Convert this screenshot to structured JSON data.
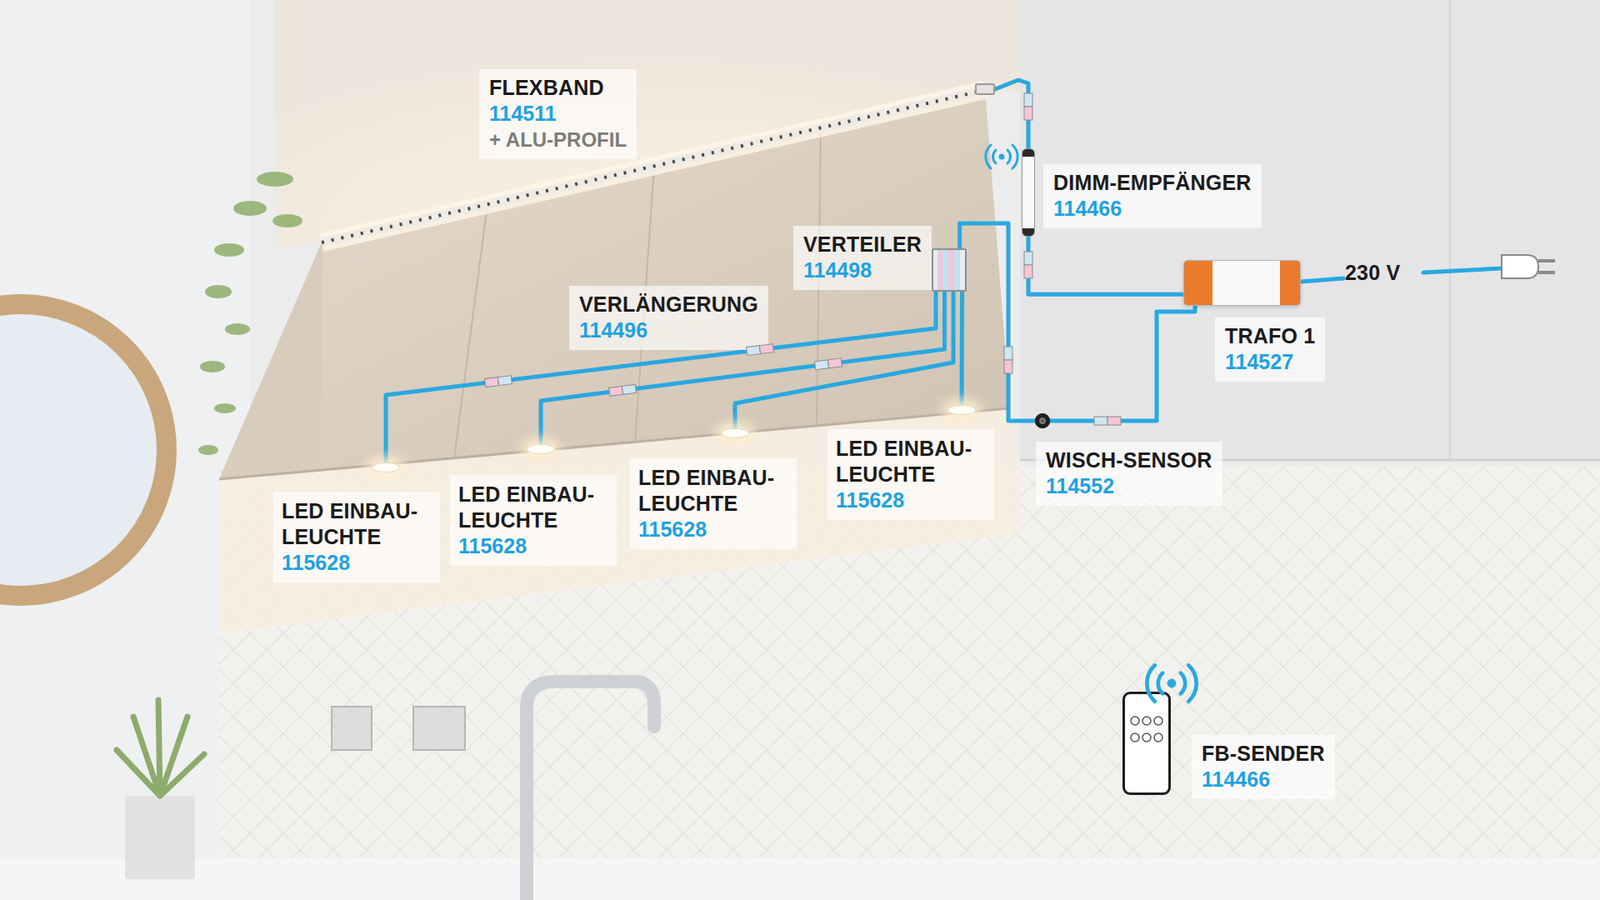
{
  "diagram": {
    "nodes": [
      {
        "text": [
          "FLEXBAND",
          "114511",
          "+ ALU-PROFIL"
        ]
      },
      {
        "text": [
          "DIMM-EMPFÄNGER",
          "114466"
        ]
      },
      {
        "text": [
          "VERTEILER",
          "114498"
        ]
      },
      {
        "text": [
          "TRAFO 1",
          "114527"
        ]
      },
      {
        "text": [
          "LED EINBAU- LEUCHTE",
          "115628"
        ]
      },
      {
        "text": [
          "LED EINBAU- LEUCHTE",
          "115628"
        ]
      },
      {
        "text": [
          "LED EINBAU- LEUCHTE",
          "115628"
        ]
      },
      {
        "text": [
          "LED EINBAU- LEUCHTE",
          "115628"
        ]
      },
      {
        "text": [
          "WISCH-SENSOR",
          "114552"
        ]
      },
      {
        "text": [
          "FB-SENDER",
          "114466"
        ]
      }
    ],
    "edges": [
      {
        "from": 1,
        "to": 0,
        "arrow": "none"
      },
      {
        "from": 3,
        "to": 1,
        "arrow": "none"
      },
      {
        "from": 3,
        "to": 8,
        "arrow": "none"
      },
      {
        "from": 8,
        "to": 2,
        "arrow": "none"
      },
      {
        "from": 2,
        "to": 4,
        "arrow": "none"
      },
      {
        "from": 2,
        "to": 5,
        "arrow": "none"
      },
      {
        "from": 2,
        "to": 6,
        "arrow": "none"
      },
      {
        "from": 2,
        "to": 7,
        "arrow": "none"
      }
    ],
    "labels": [
      "VERLÄNGERUNG",
      "114496",
      "230 V"
    ]
  }
}
